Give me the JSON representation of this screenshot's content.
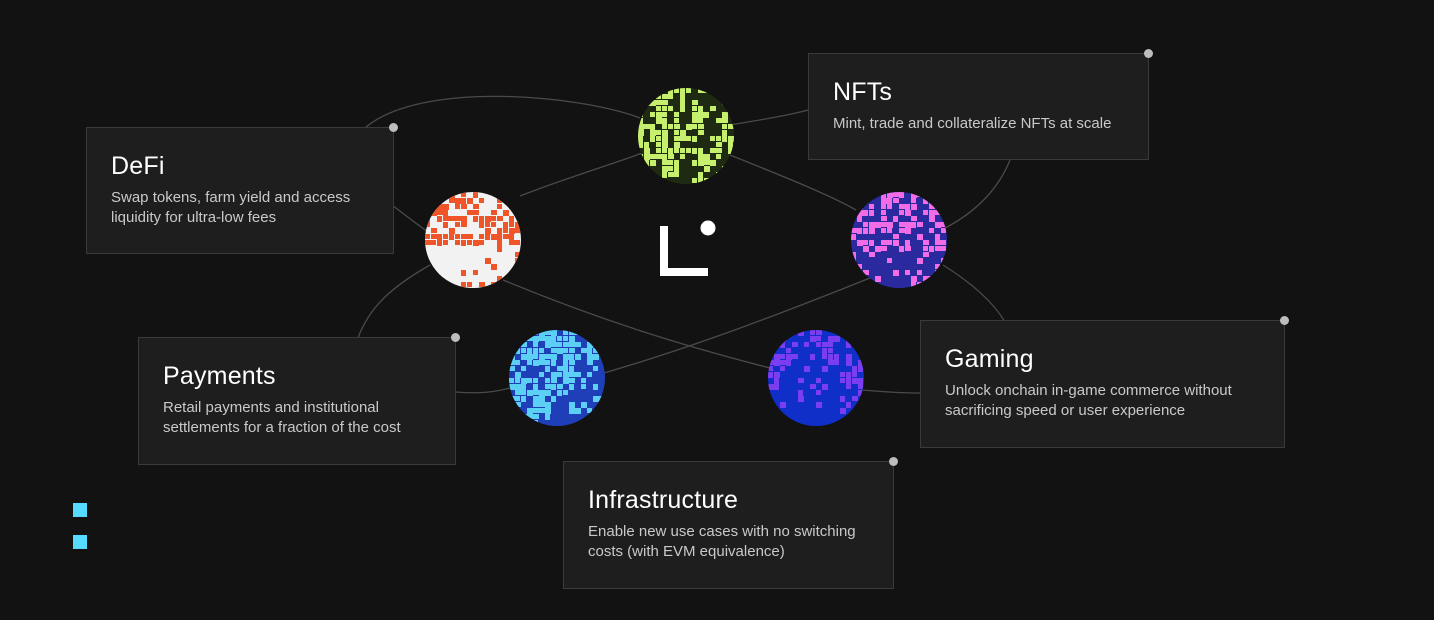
{
  "cards": [
    {
      "id": "defi",
      "title": "DeFi",
      "description": "Swap tokens, farm yield and access liquidity for ultra-low fees"
    },
    {
      "id": "nfts",
      "title": "NFTs",
      "description": "Mint, trade and collateralize NFTs at scale"
    },
    {
      "id": "payments",
      "title": "Payments",
      "description": "Retail payments and institutional settlements for a fraction of the cost"
    },
    {
      "id": "gaming",
      "title": "Gaming",
      "description": "Unlock onchain in-game commerce without sacrificing speed or user experience"
    },
    {
      "id": "infrastructure",
      "title": "Infrastructure",
      "description": "Enable new use cases with no switching costs (with EVM equivalence)"
    }
  ],
  "orbs": [
    {
      "id": "nfts",
      "colors": [
        "#c7ef6e",
        "#1f2a12"
      ]
    },
    {
      "id": "defi",
      "colors": [
        "#f2f2f2",
        "#f0552a"
      ]
    },
    {
      "id": "gaming",
      "colors": [
        "#f26ce6",
        "#2a2a9e"
      ]
    },
    {
      "id": "payments",
      "colors": [
        "#5bd0f4",
        "#1f3fb8"
      ]
    },
    {
      "id": "infrastructure",
      "colors": [
        "#7a3df0",
        "#0f2fc8"
      ]
    }
  ],
  "theme": {
    "background": "#121212",
    "card": "#1e1e1e",
    "accent": "#56dbff"
  },
  "icons": {
    "logo": "linea-logo-icon",
    "decor": "square-icon"
  }
}
